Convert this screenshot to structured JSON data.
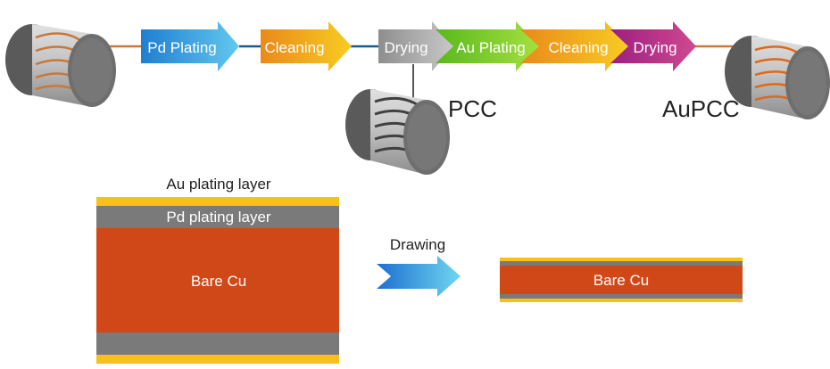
{
  "process": {
    "steps": [
      {
        "label": "Pd Plating",
        "color": "#2b9be0"
      },
      {
        "label": "Cleaning",
        "color": "#f0a020"
      },
      {
        "label": "Drying",
        "color": "#9a9a9a"
      },
      {
        "label": "Au Plating",
        "color": "#6cc224"
      },
      {
        "label": "Cleaning",
        "color": "#f0a020"
      },
      {
        "label": "Drying",
        "color": "#b02a80"
      }
    ],
    "pcc_label": "PCC",
    "aupcc_label": "AuPCC"
  },
  "cross_section": {
    "au_label": "Au plating layer",
    "pd_label": "Pd plating layer",
    "core_label": "Bare Cu",
    "drawing_label": "Drawing",
    "drawn_core_label": "Bare Cu"
  },
  "colors": {
    "copper": "#d04818",
    "wire": "#c87838",
    "gold": "#f7c01a",
    "palladium": "#7a7a7a",
    "spool_body": "#b8b8b8",
    "spool_flange": "#6e6e6e",
    "connector": "#1a5a8a",
    "coil_dark": "#404040"
  }
}
